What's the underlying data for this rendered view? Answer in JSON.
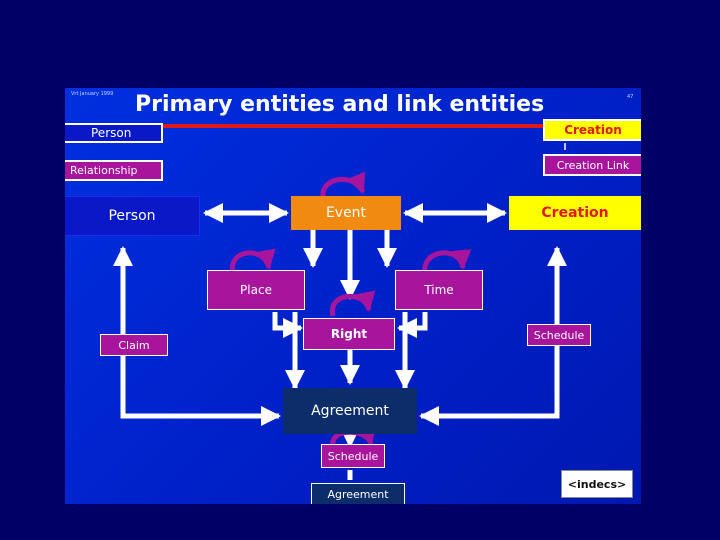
{
  "slide": {
    "corner_left": "Vrt January 1999",
    "title": "Primary entities and link entities",
    "page_number": "47"
  },
  "legend": {
    "person": "Person",
    "relationship": "Relationship",
    "creation": "Creation",
    "creation_link": "Creation Link"
  },
  "nodes": {
    "person": "Person",
    "event": "Event",
    "creation": "Creation",
    "place": "Place",
    "time": "Time",
    "right": "Right",
    "claim": "Claim",
    "schedule_right": "Schedule",
    "agreement": "Agreement",
    "schedule_bottom": "Schedule",
    "agreement_bottom": "Agreement"
  },
  "logo": {
    "text": "<indecs>"
  },
  "colors": {
    "background": "#000066",
    "slide": "#0028d8",
    "person_dark": "#0a18c8",
    "event_orange": "#f08a10",
    "creation_yellow": "#ffff00",
    "purple": "#a8149c",
    "agreement_navy": "#0c2c6a",
    "title_red": "#e01818"
  }
}
